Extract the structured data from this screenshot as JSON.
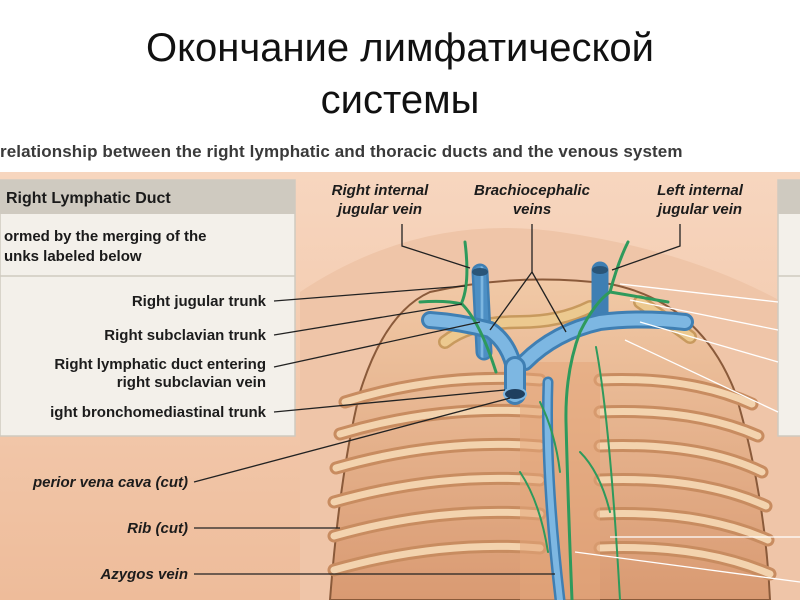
{
  "slide": {
    "title_line1": "Окончание лимфатической",
    "title_line2": "системы",
    "figure_heading": "relationship between the right lymphatic and thoracic ducts and the venous system"
  },
  "panel": {
    "title": "Right Lymphatic Duct",
    "description_line1": "ormed by the merging of the",
    "description_line2": "unks labeled below"
  },
  "labels": {
    "right_internal_jugular_1": "Right internal",
    "right_internal_jugular_2": "jugular vein",
    "brachiocephalic_1": "Brachiocephalic",
    "brachiocephalic_2": "veins",
    "left_internal_jugular_1": "Left internal",
    "left_internal_jugular_2": "jugular vein",
    "right_jugular_trunk": "Right jugular trunk",
    "right_subclavian_trunk": "Right subclavian trunk",
    "right_lymphatic_duct_1": "Right lymphatic duct entering",
    "right_lymphatic_duct_2": "right subclavian vein",
    "right_bronchomediastinal": "ight bronchomediastinal trunk",
    "superior_vena_cava": "perior vena cava (cut)",
    "rib_cut": "Rib (cut)",
    "azygos_vein": "Azygos vein"
  },
  "colors": {
    "vein": "#5e9fd0",
    "lymphatic": "#2e9a5c",
    "skin": "#f2c4a5",
    "rib": "#e6b98a",
    "panel_bg": "#f3f0ea",
    "panel_header": "#cfcac0"
  }
}
